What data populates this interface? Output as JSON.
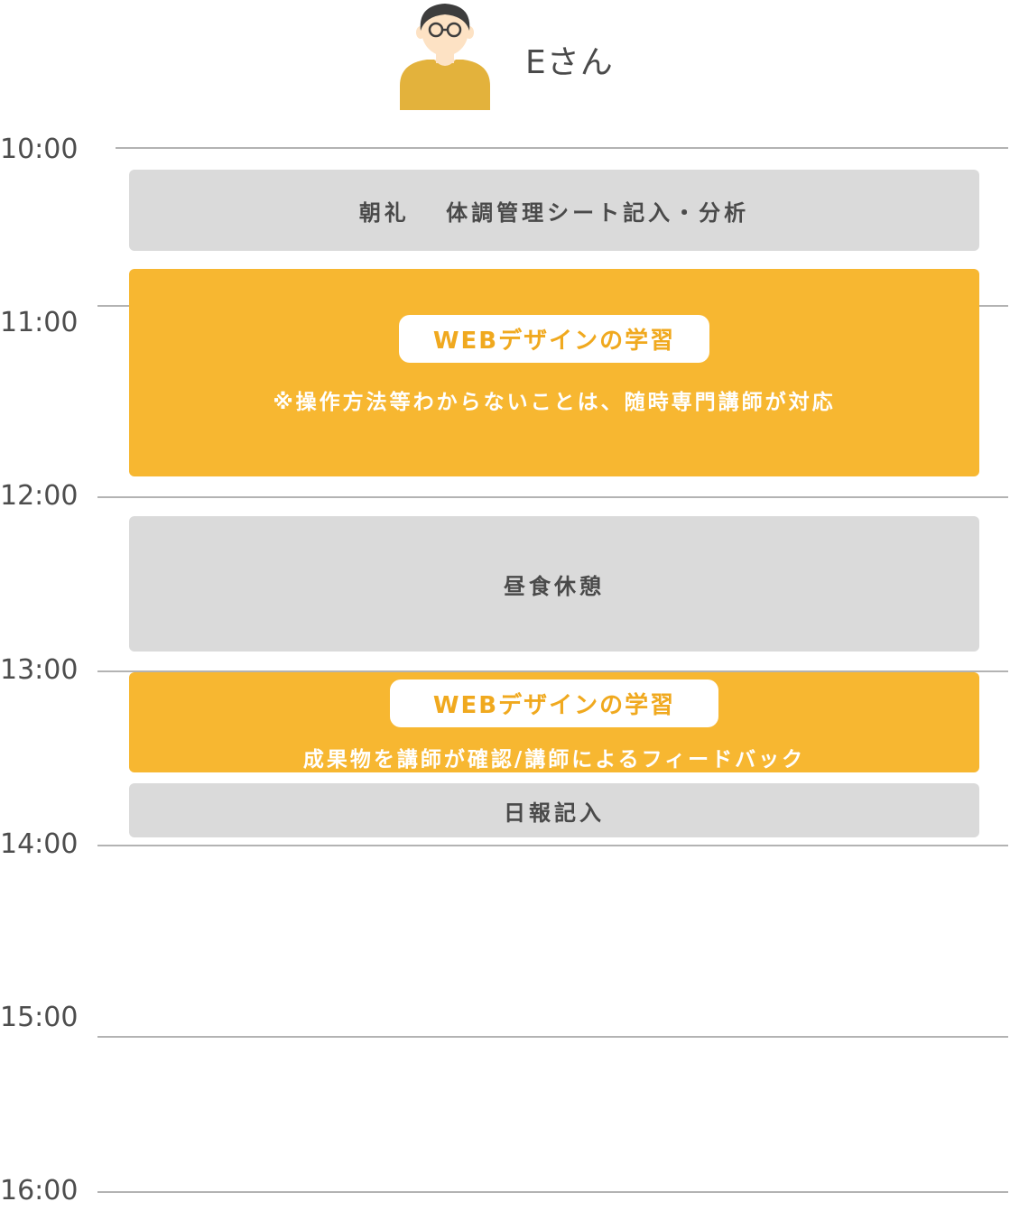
{
  "person": {
    "name": "Eさん",
    "avatar_icon": "person-with-glasses-icon",
    "colors": {
      "shirt": "#e3b23c",
      "hair": "#3d3d3d",
      "skin": "#fde2c4"
    }
  },
  "timeline": {
    "times": [
      "10:00",
      "11:00",
      "12:00",
      "13:00",
      "14:00",
      "15:00",
      "16:00"
    ]
  },
  "blocks": [
    {
      "type": "gray",
      "text": "朝礼　 体調管理シート記入・分析"
    },
    {
      "type": "orange",
      "pill": "WEBデザインの学習",
      "note": "※操作方法等わからないことは、随時専門講師が対応"
    },
    {
      "type": "gray",
      "text": "昼食休憩"
    },
    {
      "type": "orange",
      "pill": "WEBデザインの学習",
      "note": "成果物を講師が確認/講師によるフィードバック"
    },
    {
      "type": "gray",
      "text": "日報記入"
    }
  ],
  "colors": {
    "accent": "#f7b731",
    "gray_block": "#dadada",
    "line": "#b3b3b3"
  }
}
